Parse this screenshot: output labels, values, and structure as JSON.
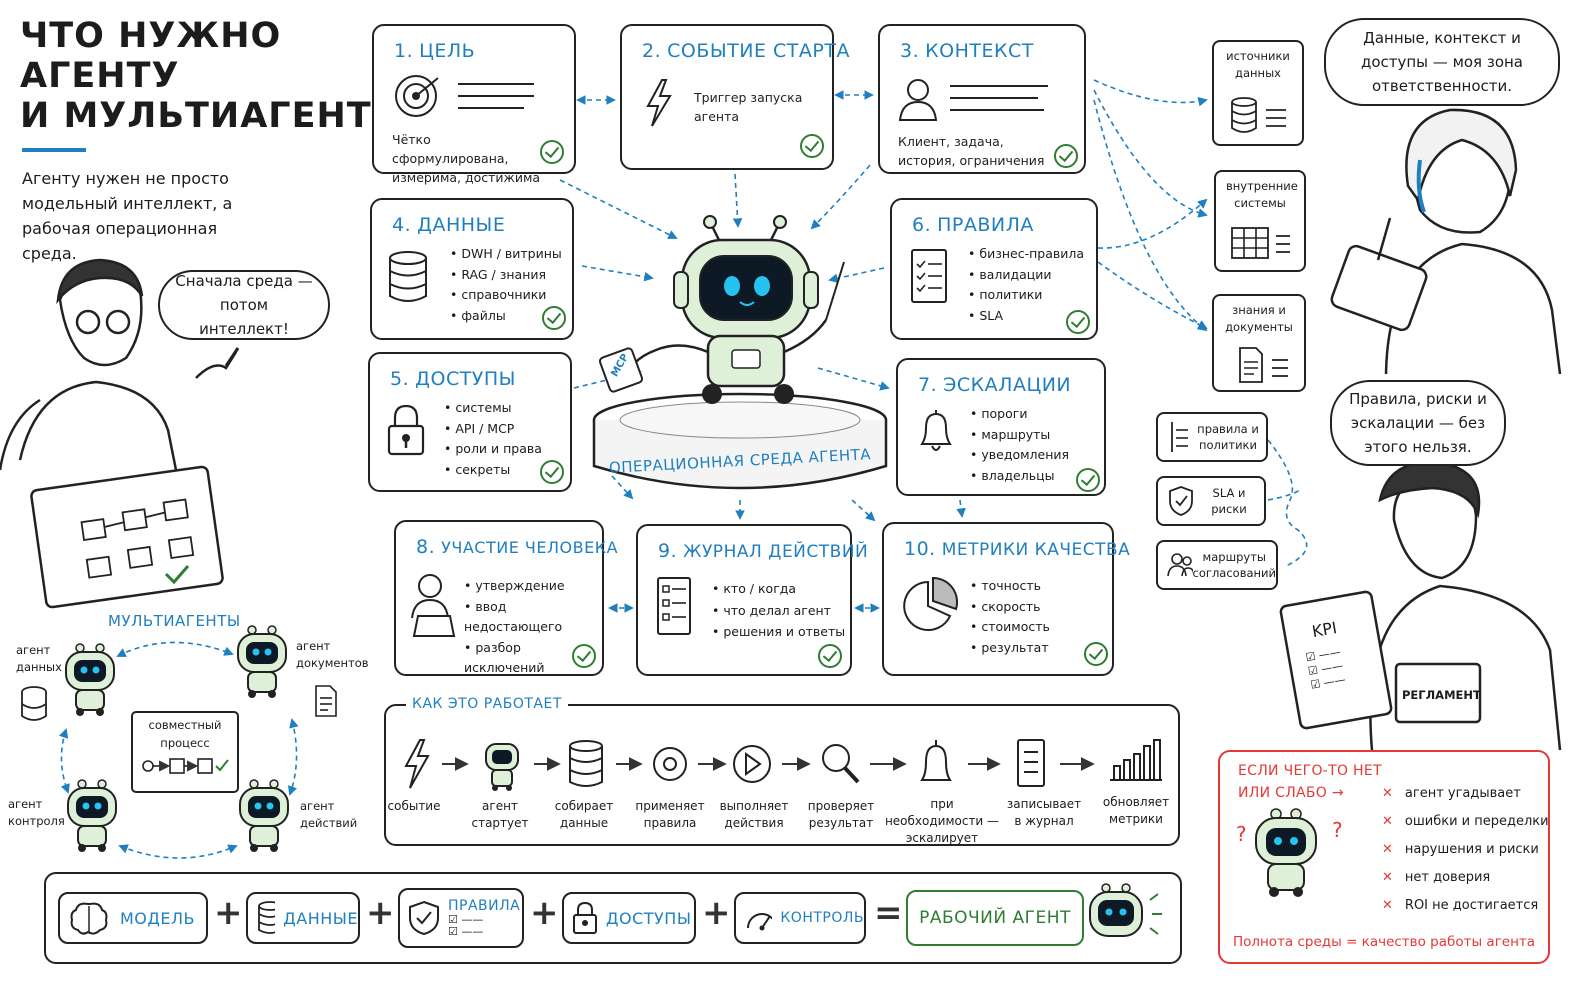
{
  "header": {
    "title_lines": [
      "ЧТО НУЖНО",
      "АГЕНТУ",
      "И МУЛЬТИАГЕНТАМ"
    ],
    "intro": "Агенту нужен не просто модельный интеллект, а рабочая операционная среда."
  },
  "bubbles": {
    "left": "Сначала среда — потом интеллект!",
    "right_top": "Данные, контекст и доступы — моя зона ответственности.",
    "right_mid": "Правила, риски и эскалации — без этого нельзя."
  },
  "cards": {
    "c1": {
      "num": "1.",
      "title": "ЦЕЛЬ",
      "desc": "Чётко сформулирована, измерима, достижима"
    },
    "c2": {
      "num": "2.",
      "title": "СОБЫТИЕ СТАРТА",
      "desc": "Триггер запуска агента"
    },
    "c3": {
      "num": "3.",
      "title": "КОНТЕКСТ",
      "desc": "Клиент, задача, история, ограничения"
    },
    "c4": {
      "num": "4.",
      "title": "ДАННЫЕ",
      "items": [
        "DWH / витрины",
        "RAG / знания",
        "справочники",
        "файлы"
      ]
    },
    "c5": {
      "num": "5.",
      "title": "ДОСТУПЫ",
      "items": [
        "системы",
        "API / MCP",
        "роли и права",
        "секреты"
      ]
    },
    "c6": {
      "num": "6.",
      "title": "ПРАВИЛА",
      "items": [
        "бизнес-правила",
        "валидации",
        "политики",
        "SLA"
      ]
    },
    "c7": {
      "num": "7.",
      "title": "ЭСКАЛАЦИИ",
      "items": [
        "пороги",
        "маршруты",
        "уведомления",
        "владельцы"
      ]
    },
    "c8": {
      "num": "8.",
      "title": "УЧАСТИЕ ЧЕЛОВЕКА",
      "items": [
        "утверждение",
        "ввод недостающего",
        "разбор исключений"
      ]
    },
    "c9": {
      "num": "9.",
      "title": "ЖУРНАЛ ДЕЙСТВИЙ",
      "items": [
        "кто / когда",
        "что делал агент",
        "решения и ответы"
      ]
    },
    "c10": {
      "num": "10.",
      "title": "МЕТРИКИ КАЧЕСТВА",
      "items": [
        "точность",
        "скорость",
        "стоимость",
        "результат"
      ]
    }
  },
  "center": {
    "platform_label": "ОПЕРАЦИОННАЯ СРЕДА АГЕНТА",
    "mcp_tag": "MCP"
  },
  "right_sources": [
    "источники данных",
    "внутренние системы",
    "знания и документы"
  ],
  "right_rules": [
    "правила и политики",
    "SLA и риски",
    "маршруты согласований"
  ],
  "right_props": {
    "kpi": "KPI",
    "reglament": "РЕГЛАМЕНТ"
  },
  "multi": {
    "title": "МУЛЬТИАГЕНТЫ",
    "agents": [
      "агент данных",
      "агент документов",
      "агент контроля",
      "агент действий"
    ],
    "center": "совместный процесс"
  },
  "flow": {
    "title": "КАК ЭТО РАБОТАЕТ",
    "steps": [
      "событие",
      "агент стартует",
      "собирает данные",
      "применяет правила",
      "выполняет действия",
      "проверяет результат",
      "при необходимости — эскалирует",
      "записывает в журнал",
      "обновляет метрики"
    ]
  },
  "formula": {
    "items": [
      "МОДЕЛЬ",
      "ДАННЫЕ",
      "ПРАВИЛА",
      "ДОСТУПЫ",
      "КОНТРОЛЬ"
    ],
    "plus": "+",
    "equals": "=",
    "result": "РАБОЧИЙ АГЕНТ"
  },
  "warning": {
    "title_lines": [
      "ЕСЛИ ЧЕГО-ТО НЕТ",
      "ИЛИ СЛАБО →"
    ],
    "items": [
      "агент угадывает",
      "ошибки и переделки",
      "нарушения и риски",
      "нет доверия",
      "ROI не достигается"
    ],
    "xmark": "✕",
    "question": "?",
    "footer": "Полнота среды = качество работы агента"
  },
  "colors": {
    "accent_blue": "#1f7fbf",
    "check_green": "#2e7d32",
    "warn_red": "#e53935",
    "robot_green": "#dff0d8",
    "eye_cyan": "#27c3f0"
  }
}
